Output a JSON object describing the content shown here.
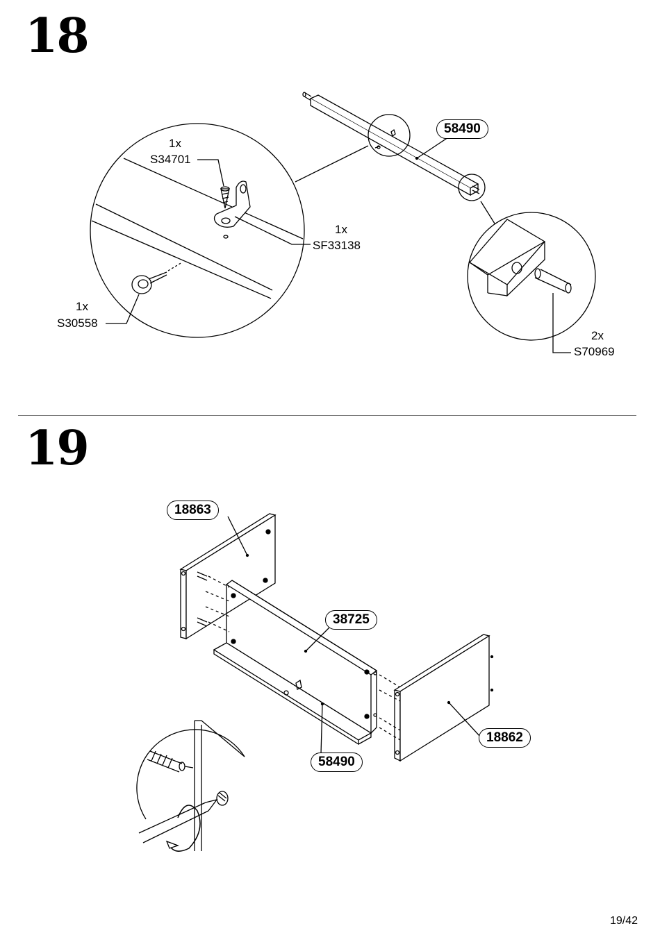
{
  "steps": {
    "step18": {
      "number": "18",
      "main_part": "58490",
      "callouts": [
        {
          "qty": "1x",
          "part": "S34701"
        },
        {
          "qty": "1x",
          "part": "SF33138"
        },
        {
          "qty": "1x",
          "part": "S30558"
        },
        {
          "qty": "2x",
          "part": "S70969"
        }
      ]
    },
    "step19": {
      "number": "19",
      "parts": [
        "18863",
        "38725",
        "58490",
        "18862"
      ]
    }
  },
  "footer": {
    "page": "19/42"
  }
}
